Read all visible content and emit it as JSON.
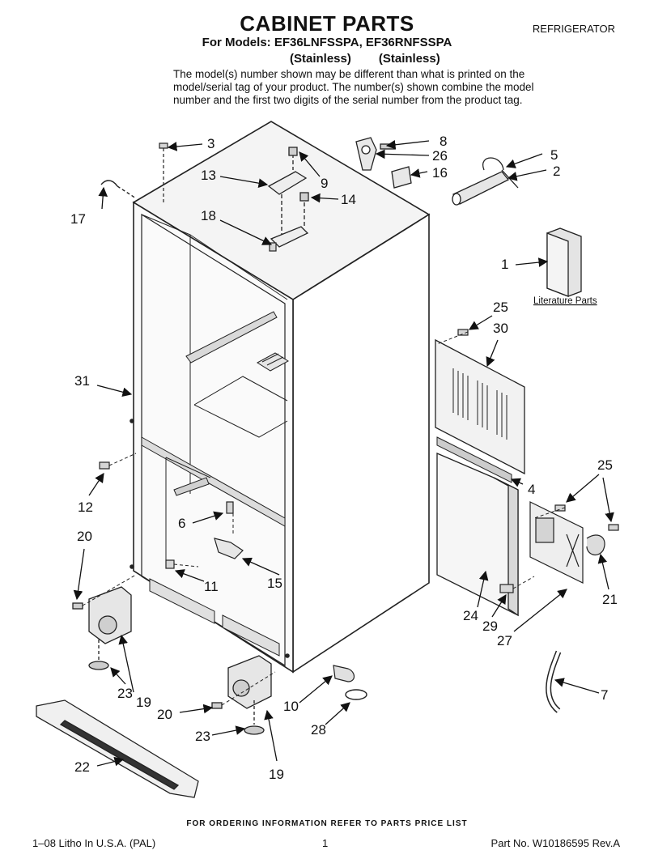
{
  "header": {
    "title": "CABINET PARTS",
    "category": "REFRIGERATOR",
    "models_line": "For Models: EF36LNFSSPA, EF36RNFSSPA",
    "variant_1": "(Stainless)",
    "variant_2": "(Stainless)",
    "note": "The model(s) number shown may be different than what is printed on the model/serial tag of your product. The number(s) shown combine the model number and the first two digits of the serial number from the product tag."
  },
  "diagram": {
    "literature_label": "Literature Parts",
    "callouts": {
      "c1": "1",
      "c2": "2",
      "c3": "3",
      "c4": "4",
      "c5": "5",
      "c6": "6",
      "c7": "7",
      "c8": "8",
      "c9": "9",
      "c10": "10",
      "c11": "11",
      "c12": "12",
      "c13": "13",
      "c14": "14",
      "c15": "15",
      "c16": "16",
      "c17": "17",
      "c18": "18",
      "c19a": "19",
      "c19b": "19",
      "c20a": "20",
      "c20b": "20",
      "c21": "21",
      "c22": "22",
      "c23a": "23",
      "c23b": "23",
      "c24": "24",
      "c25a": "25",
      "c25b": "25",
      "c26": "26",
      "c27": "27",
      "c28": "28",
      "c29": "29",
      "c30": "30",
      "c31": "31"
    }
  },
  "footer": {
    "order_note": "FOR ORDERING INFORMATION REFER TO PARTS PRICE LIST",
    "litho": "1–08 Litho In U.S.A. (PAL)",
    "page": "1",
    "part_no": "Part No. W10186595 Rev.A"
  }
}
